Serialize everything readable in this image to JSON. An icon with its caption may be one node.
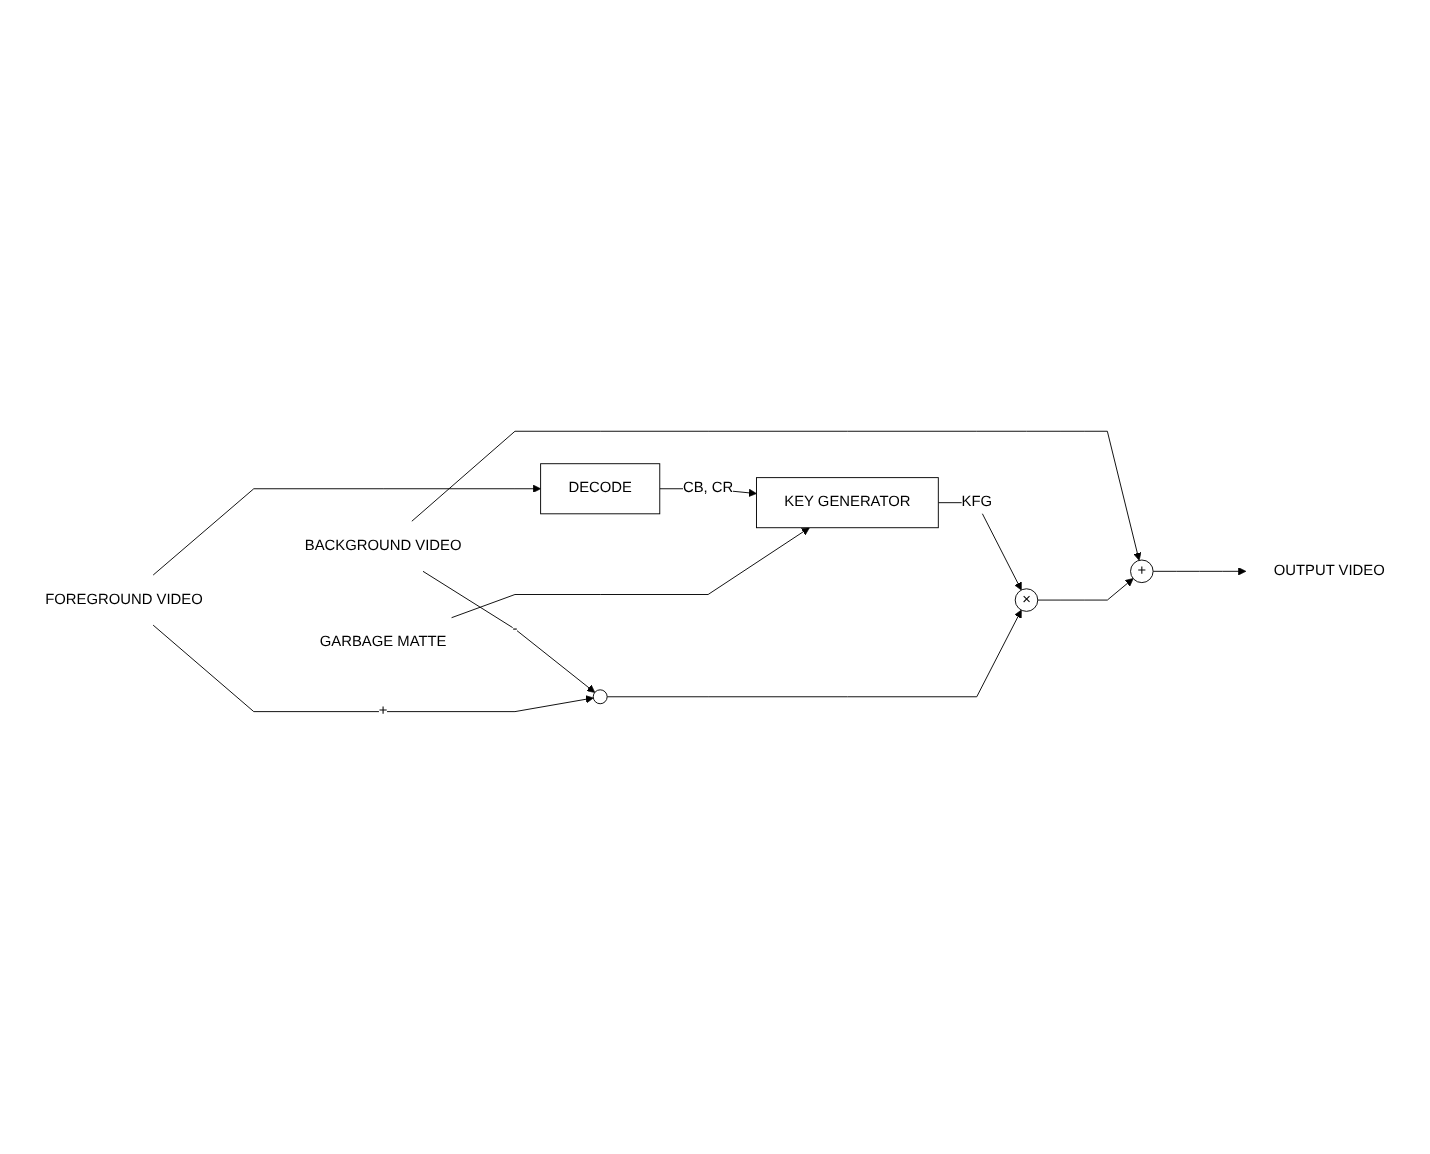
{
  "diagram": {
    "nodes": [
      {
        "text": [
          "DECODE"
        ]
      },
      {
        "text": [
          "KEY GENERATOR"
        ]
      },
      {
        "text": [
          "GARBAGE MATTE"
        ]
      },
      {
        "text": [
          "BACKGROUND VIDEO"
        ]
      },
      {
        "text": [
          "+"
        ]
      },
      {
        "text": [
          "OUTPUT VIDEO"
        ]
      },
      {
        "text": [
          "FOREGROUND VIDEO"
        ]
      },
      {
        "text": [],
        "shape": "circle"
      },
      {
        "text": [
          "×"
        ]
      }
    ],
    "edges": [
      {
        "from": 0,
        "to": 1,
        "arrow": "to",
        "label": "CB, CR"
      },
      {
        "from": 2,
        "to": 1,
        "arrow": "to"
      },
      {
        "from": 1,
        "to": 8,
        "arrow": "to",
        "label": "KFG"
      },
      {
        "from": 3,
        "to": 4,
        "arrow": "to"
      },
      {
        "from": 3,
        "to": 7,
        "arrow": "to",
        "label": "-"
      },
      {
        "from": 4,
        "to": 5,
        "arrow": "to"
      },
      {
        "from": 6,
        "to": 0,
        "arrow": "to"
      },
      {
        "from": 6,
        "to": 7,
        "arrow": "to",
        "label": "+"
      },
      {
        "from": 7,
        "to": 8,
        "arrow": "to"
      },
      {
        "from": 8,
        "to": 4,
        "arrow": "to"
      }
    ]
  }
}
